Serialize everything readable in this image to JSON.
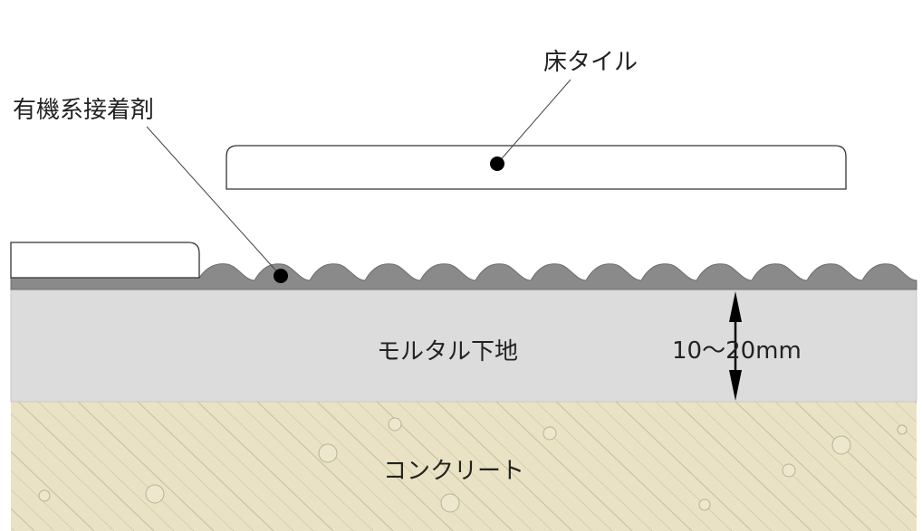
{
  "labels": {
    "floor_tile": "床タイル",
    "adhesive": "有機系接着剤",
    "mortar": "モルタル下地",
    "thickness": "10～20mm",
    "concrete": "コンクリート"
  },
  "colors": {
    "background": "#ffffff",
    "tile_fill": "#ffffff",
    "outline": "#333333",
    "adhesive": "#8a8a8a",
    "mortar": "#dcdcdc",
    "concrete": "#e9e2c4",
    "concrete_pattern": "#cbc3a3",
    "leader": "#444444",
    "dot": "#000000",
    "text": "#222222"
  }
}
